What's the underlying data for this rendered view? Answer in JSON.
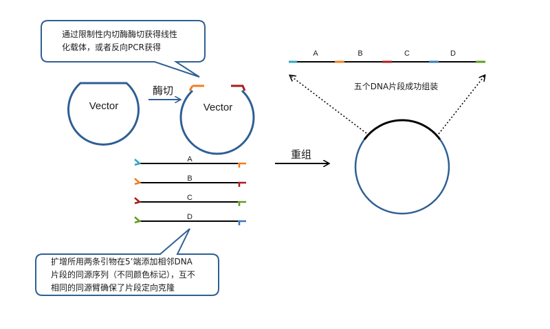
{
  "callout_top": {
    "line1": "通过限制性内切酶酶切获得线性",
    "line2": "化载体，或者反向PCR获得"
  },
  "callout_bottom": {
    "line1": "扩增所用两条引物在5’端添加相邻DNA",
    "line2": "片段的同源序列（不同颜色标记），互不",
    "line3": "相同的同源臂确保了片段定向克隆"
  },
  "vector_left_label": "Vector",
  "vector_right_label": "Vector",
  "digest_label": "酶切",
  "recombine_label": "重组",
  "assembled_caption": "五个DNA片段成功组装",
  "assembled_fragments": [
    "A",
    "B",
    "C",
    "D"
  ],
  "pcr_fragments": [
    "A",
    "B",
    "C",
    "D"
  ],
  "colors": {
    "circle_stroke": "#2e5f94",
    "arrow_blue": "#2e5f94",
    "cyan": "#2fa3c4",
    "orange": "#ef7d22",
    "red": "#a81c1c",
    "green": "#5f9e1e",
    "blue_end": "#3a78b5"
  }
}
